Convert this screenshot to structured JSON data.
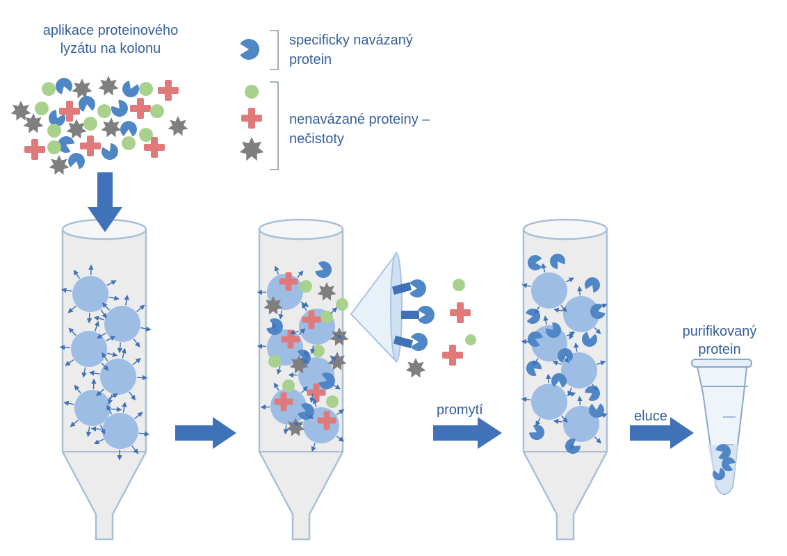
{
  "title_lines": [
    "aplikace proteinového",
    "lyzátu na kolonu"
  ],
  "legend": {
    "bound": [
      "specificky navázaný",
      "protein"
    ],
    "unbound": [
      "nenavázané proteiny –",
      "nečistoty"
    ]
  },
  "steps": {
    "wash": "promytí",
    "elution": "eluce"
  },
  "product_lines": [
    "purifikovaný",
    "protein"
  ],
  "colors": {
    "blue_protein": "#4f86c6",
    "green_protein": "#a9d18e",
    "red_protein": "#e07a7a",
    "gray_protein": "#7f7f7f",
    "bead": "#9dbde5",
    "arrow": "#3f72b8",
    "column_fill": "#ececec",
    "column_stroke": "#a9bfd8",
    "text": "#355f9a"
  }
}
